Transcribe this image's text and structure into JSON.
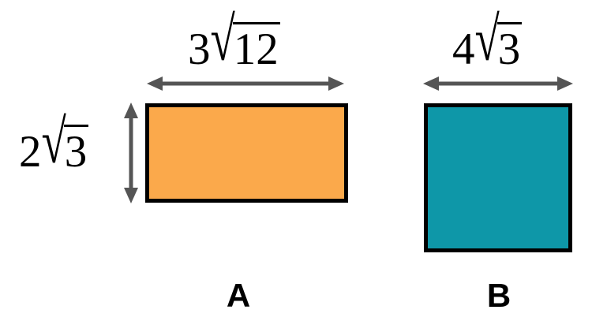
{
  "figure": {
    "background_color": "#ffffff",
    "stroke_color": "#000000",
    "arrow_color": "#555555"
  },
  "shapes": [
    {
      "id": "A",
      "kind": "rectangle",
      "caption": "A",
      "fill_color": "#fba94b",
      "border_color": "#000000",
      "width_label": {
        "coefficient": "3",
        "radicand": "12",
        "text": "3√12"
      },
      "height_label": {
        "coefficient": "2",
        "radicand": "3",
        "text": "2√3"
      }
    },
    {
      "id": "B",
      "kind": "square",
      "caption": "B",
      "fill_color": "#0e97a8",
      "border_color": "#000000",
      "width_label": {
        "coefficient": "4",
        "radicand": "3",
        "text": "4√3"
      },
      "height_label": null
    }
  ],
  "labels": {
    "rect_a_width_coef": "3",
    "rect_a_width_radicand": "12",
    "rect_a_height_coef": "2",
    "rect_a_height_radicand": "3",
    "rect_b_width_coef": "4",
    "rect_b_width_radicand": "3",
    "radical_sign": "√",
    "caption_a": "A",
    "caption_b": "B"
  },
  "icons": {
    "double_arrow_horizontal": "double-headed-horizontal-arrow",
    "double_arrow_vertical": "double-headed-vertical-arrow"
  }
}
